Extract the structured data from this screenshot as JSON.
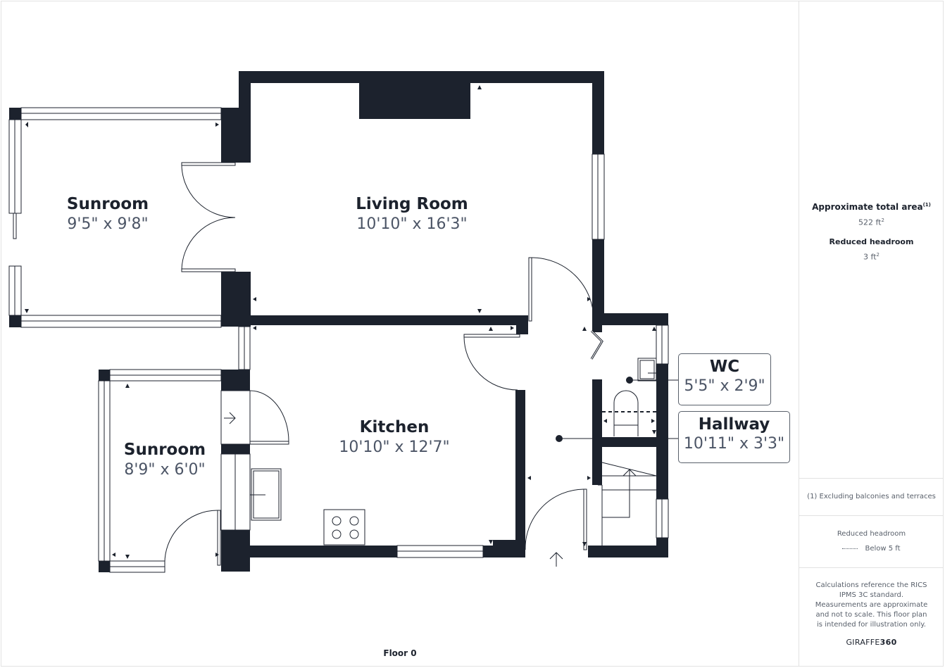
{
  "floor": {
    "label": "Floor 0"
  },
  "rooms": [
    {
      "id": "sunroom-north",
      "name": "Sunroom",
      "dimensions": "9'5\" x 9'8\""
    },
    {
      "id": "living-room",
      "name": "Living Room",
      "dimensions": "10'10\" x 16'3\""
    },
    {
      "id": "kitchen",
      "name": "Kitchen",
      "dimensions": "10'10\" x 12'7\""
    },
    {
      "id": "sunroom-south",
      "name": "Sunroom",
      "dimensions": "8'9\" x 6'0\""
    },
    {
      "id": "wc",
      "name": "WC",
      "dimensions": "5'5\" x 2'9\""
    },
    {
      "id": "hallway",
      "name": "Hallway",
      "dimensions": "10'11\" x 3'3\""
    }
  ],
  "sidebar": {
    "total_area_title": "Approximate total area",
    "total_area_footnote": "(1)",
    "total_area_value": "522 ft",
    "total_area_unit_sup": "2",
    "reduced_headroom_title": "Reduced headroom",
    "reduced_headroom_value": "3 ft",
    "reduced_headroom_unit_sup": "2",
    "footnote": "(1) Excluding balconies and terraces",
    "legend_title": "Reduced headroom",
    "legend_item": "Below 5 ft",
    "disclaimer": "Calculations reference the RICS IPMS 3C standard. Measurements are approximate and not to scale. This floor plan is intended for illustration only.",
    "brand_prefix": "GIRAFFE",
    "brand_suffix": "360"
  },
  "colors": {
    "wall": "#1c222d",
    "text_primary": "#1c222d",
    "text_secondary": "#4c5566",
    "divider": "#e2e2e2"
  }
}
